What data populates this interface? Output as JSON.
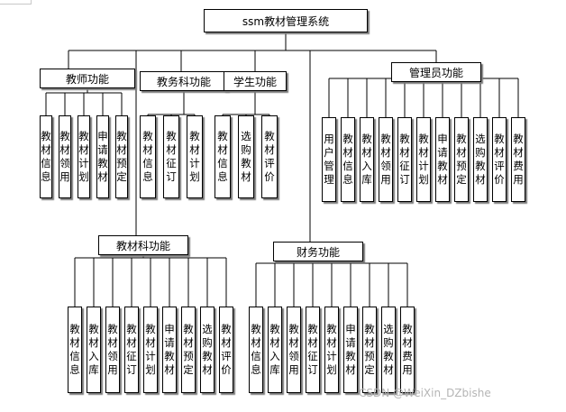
{
  "root": "ssm教材管理系统",
  "groups": [
    {
      "key": "teacher",
      "title": "教师功能",
      "children": [
        "教材信息",
        "教材领用",
        "教材计划",
        "申请教材",
        "教材预定"
      ]
    },
    {
      "key": "affairs",
      "title": "教务科功能",
      "children": [
        "教材信息",
        "教材征订",
        "教材计划"
      ]
    },
    {
      "key": "student",
      "title": "学生功能",
      "children": [
        "教材信息",
        "选购教材",
        "教材评价"
      ]
    },
    {
      "key": "admin",
      "title": "管理员功能",
      "children": [
        "用户管理",
        "教材信息",
        "教材入库",
        "教材领用",
        "教材征订",
        "教材计划",
        "申请教材",
        "教材预定",
        "选购教材",
        "教材评价",
        "教材费用"
      ]
    },
    {
      "key": "textbook",
      "title": "教材科功能",
      "children": [
        "教材信息",
        "教材入库",
        "教材领用",
        "教材征订",
        "教材计划",
        "申请教材",
        "教材预定",
        "选购教材",
        "教材评价"
      ]
    },
    {
      "key": "finance",
      "title": "财务功能",
      "children": [
        "教材信息",
        "教材入库",
        "教材领用",
        "教材征订",
        "教材计划",
        "申请教材",
        "教材预定",
        "选购教材",
        "教材费用"
      ]
    }
  ],
  "watermark": "CSDN @WeiXin_DZbishe"
}
